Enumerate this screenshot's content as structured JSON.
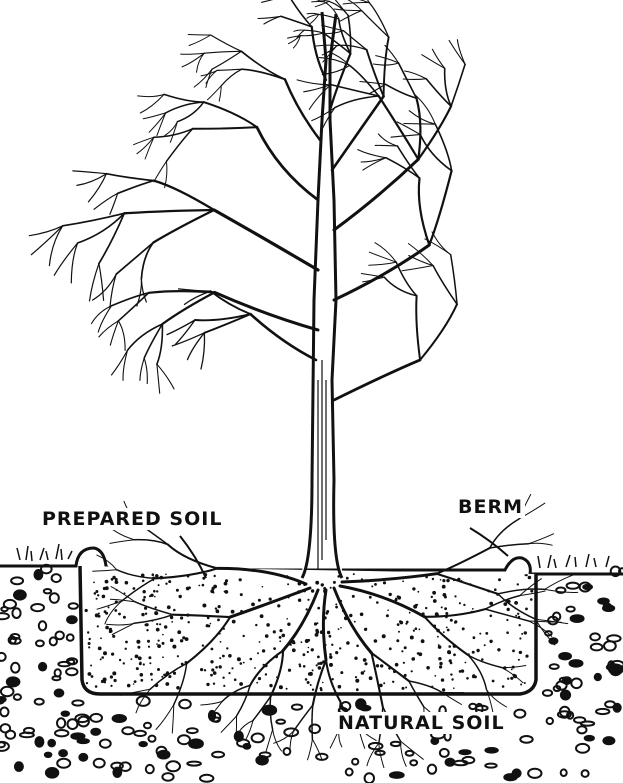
{
  "labels": {
    "prepared_soil": "PREPARED SOIL",
    "berm": "BERM",
    "natural_soil": "NATURAL SOIL"
  },
  "colors": {
    "ink": "#111111",
    "paper": "#ffffff"
  }
}
